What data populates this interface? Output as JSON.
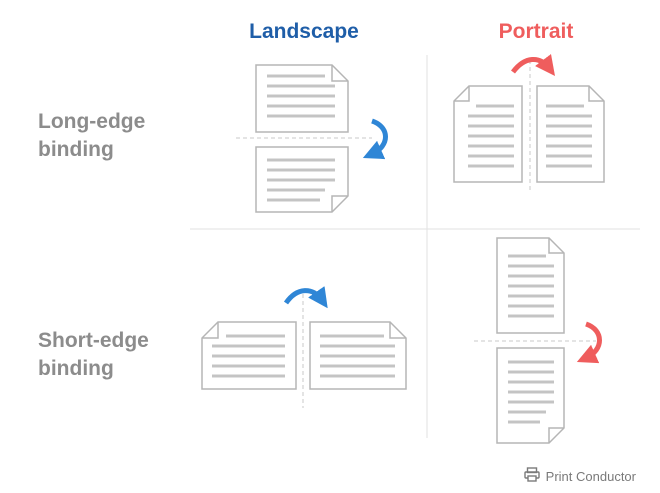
{
  "columns": {
    "landscape": {
      "label": "Landscape",
      "color": "#1f5ea8"
    },
    "portrait": {
      "label": "Portrait",
      "color": "#ef5d5d"
    }
  },
  "rows": {
    "long_edge": {
      "line1": "Long-edge",
      "line2": "binding"
    },
    "short_edge": {
      "line1": "Short-edge",
      "line2": "binding"
    }
  },
  "colors": {
    "arrow_blue": "#2f86d6",
    "arrow_red": "#ef5d5d",
    "page_stroke": "#b5b5b5",
    "text_lines": "#c4c4c4",
    "grid": "#e2e2e2",
    "fold_line": "#c8c8c8"
  },
  "brand": {
    "name": "Print Conductor",
    "icon": "printer-icon"
  }
}
